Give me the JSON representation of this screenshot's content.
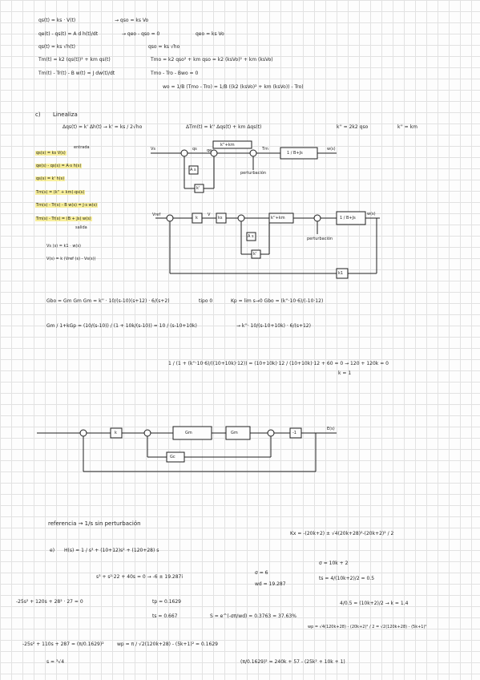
{
  "section1": {
    "lines": [
      "qs(t) = ks · V(t)",
      "→ qso = ks Vo",
      "qe(t) - qs(t) = A d h(t)/dt",
      "→ qeo - qso = 0",
      "qeo = ks Vo",
      "qs(t) = ks √h(t)",
      "qso = ks √ho",
      "Tm(t) = k2 (qs(t))² + km qs(t)",
      "Tmo = k2 qso² + km qso = k2 (ksVo)² + km (ksVo)",
      "Tm(t) - Tr(t) - B w(t) = J dw(t)/dt",
      "Tmo - Tro - Bwo = 0",
      "wo = 1/B (Tmo - Tro) = 1/B ((k2 (ksVo)² + km (ksVo)) - Tro)"
    ]
  },
  "section_c": {
    "label": "c)",
    "title": "Linealiza",
    "linearization": "Δqs(t) = k' Δh(t) → k' = ks / 2√ho",
    "torque": "ΔTm(t) = k'' Δqs(t) + km Δqs(t)",
    "constants": [
      "k'' = 2k2 qso",
      "k'' = km"
    ],
    "side_eqs": [
      "qs(s) = ks V(s)",
      "qe(s) - qs(s) = A·s h(s)",
      "qs(s) = k' h(s)",
      "Tm(s) = (k'' + km)·qs(s)",
      "Tm(s) - Tr(s) - B w(s) = J·s w(s)",
      "Tm(s) - Tr(s) = (B + Js) w(s)",
      "Vs (s) = k1 · w(s)",
      "V(s) = k (Vref (s) - Vs(s))"
    ],
    "notes": [
      "entrada",
      "salida"
    ],
    "diagram1": {
      "input": "Vs",
      "motor_gain": "k''+km",
      "plant": "1 / B+Js",
      "output": "w(s)",
      "block_a": "A s",
      "block_k": "k'",
      "disturbance": "perturbación",
      "labels": [
        "qs",
        "qe",
        "Tm"
      ]
    },
    "diagram2": {
      "input": "Vref",
      "k_block": "k",
      "V_label": "V",
      "ks_block": "ks",
      "motor_gain": "k''+km",
      "plant": "1 / B+Js",
      "output": "w(s)",
      "block_a": "A s",
      "block_k": "k'",
      "feedback": "k1",
      "disturbance": "perturbación"
    }
  },
  "gain": {
    "gbo": "Gbo = Gm Gm Gm = k'' · 10/(s-10)(s+12) · 6/(s+2)",
    "tipo": "tipo 0",
    "kp": "Kp = lim s→0 Gbo = (k''·10·6)/(-10·12)",
    "closed": "Gm / 1+kGp = (10/(s-10)) / (1 + 10k/(s-10)) = 10 / (s-10+10k)",
    "arrow_result": "→ k''· 10/(s-10+10k) · 6/(s+12)",
    "char_eq": "1 / (1 + (k''·10·6)/((10+10k)·12)) = (10+10k)·12 / (10+10k)·12 + 60 = 0 → 120 + 120k = 0",
    "k_result": "k = 1"
  },
  "diagram3": {
    "k_block": "k",
    "gm_block": "Gm",
    "gm2_block": "Gm",
    "neg1_block": "-1",
    "inner_block": "Gc",
    "output": "E(s)"
  },
  "bottom": {
    "referencia": "referencia → 1/s sin perturbación",
    "e_label": "e)",
    "hs": "H(s) = 1 / s³ + (10+12)s² + (120+28) s",
    "char": "s³ + s²·22 + 40s = 0 → -6 ± 19.287i",
    "sigma_wd": [
      "σ = 6",
      "wd = 19.287"
    ],
    "kx": "Kx = -(20k+2) ± √4(20k+28)²-(20k+2)² / 2",
    "sigma2": "σ = 10k + 2",
    "ts": "ts = 4/(10k+2)/2 = 0.5",
    "eq1": "-25s² + 120s + 28² · 27 = 0",
    "tp": "tp = 0.1629",
    "ts2": "ts = 0.667",
    "overshoot": "S = e^(-σπ/wd) = 0.3763 = 37.63%",
    "k_val": "4/0.5 = (10k+2)/2 → k = 1.4",
    "wp_eq": "wp = √4(120k+28) - (20k+2)² / 2 = √2(120k+28) - (5k+1)²",
    "eq2": "-25s² + 110s + 287 = (π/0.1629)²",
    "wp2": "wp = π / √2(120k+28) - (5k+1)² = 0.1629",
    "final": "(π/0.1629)² = 240k + 57 - (25k² + 10k + 1)",
    "s_root": "s = ³√4"
  }
}
